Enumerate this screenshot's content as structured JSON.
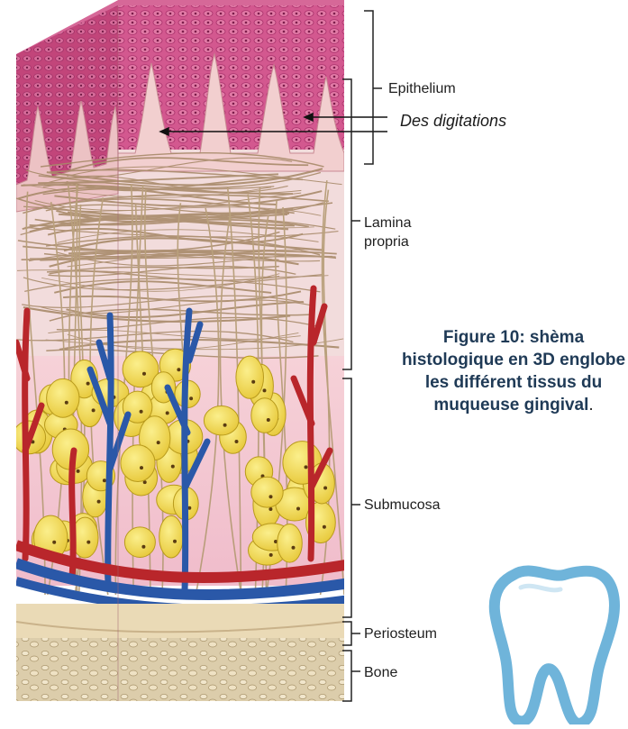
{
  "labels": {
    "epithelium": "Epithelium",
    "lamina_line1": "Lamina",
    "lamina_line2": "propria",
    "submucosa": "Submucosa",
    "periosteum": "Periosteum",
    "bone": "Bone"
  },
  "annotation": "Des digitations",
  "caption": {
    "text": "Figure 10: shèma histologique en 3D englobe les différent tissus du  muqueuse gingival",
    "end": "."
  },
  "colors": {
    "epithelium": "#c8457e",
    "epithelium_front": "#d86395",
    "rete_ridges": "#f1c9cb",
    "lamina_fibers": "#a88a6a",
    "lamina_bg": "#f3dfe0",
    "submucosa_bg": "#f4c9d3",
    "fat_cells": "#f2d84a",
    "vein": "#2a58a8",
    "artery": "#b9262b",
    "periosteum": "#e9d8b2",
    "bone": "#d8c9a6",
    "caption": "#1f3a56",
    "tooth": "#6fb4da"
  },
  "icons": {
    "tooth": "tooth-icon"
  }
}
